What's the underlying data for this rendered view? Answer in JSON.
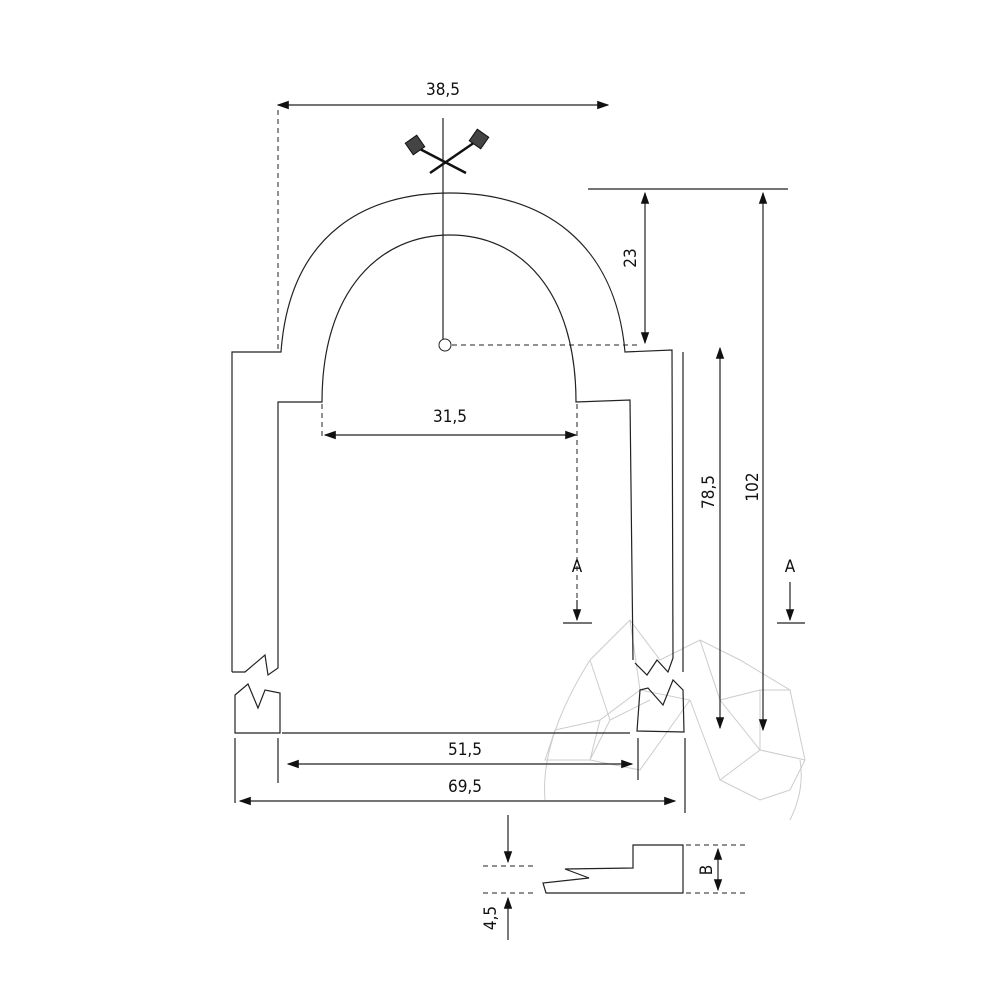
{
  "dimensions": {
    "top_width": "38,5",
    "shackle_height": "23",
    "total_height": "102",
    "body_height": "78,5",
    "shackle_inner_width": "31,5",
    "body_inner_width": "51,5",
    "body_outer_width": "69,5",
    "section_mark_left": "A",
    "section_mark_right": "A",
    "profile_height": "B",
    "profile_offset": "4,5"
  },
  "colors": {
    "line": "#222222",
    "flag": "#444444",
    "watermark": "#cccccc"
  }
}
